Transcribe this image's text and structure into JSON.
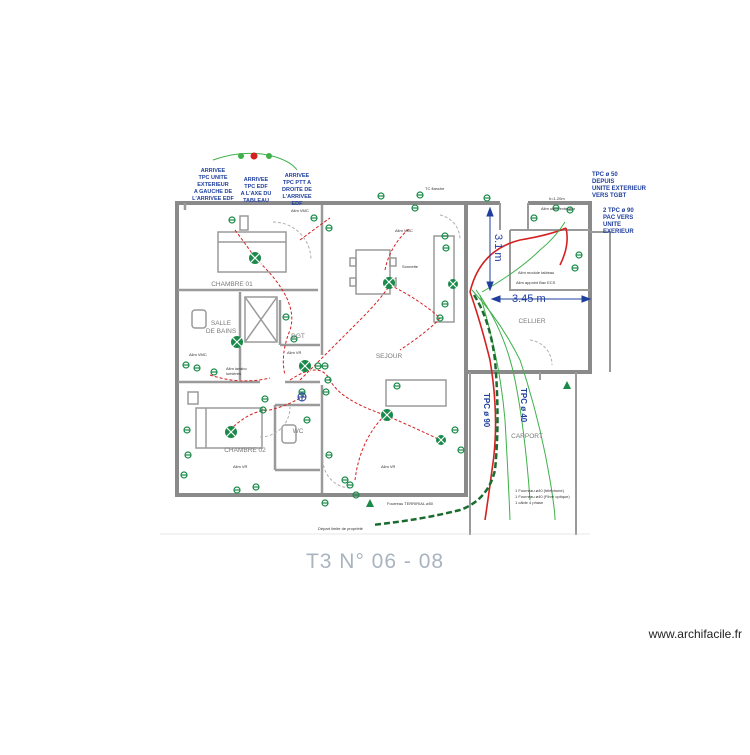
{
  "title": "T3 N° 06 - 08",
  "watermark": "www.archifacile.fr",
  "colors": {
    "wall": "#8a8a8a",
    "blue_text": "#1f3f9e",
    "green_symbol": "#1a8a4a",
    "red_wire": "#d42020",
    "green_wire": "#3fb04a",
    "dark_green_conduit": "#1a6b2e",
    "room_label": "#7a7a7a"
  },
  "annotations": {
    "arrivee_1": [
      "ARRIVEE",
      "TPC UNITE",
      "EXTERIEUR",
      "A GAUCHE DE",
      "L'ARRIVEE EDF"
    ],
    "arrivee_2": [
      "ARRIVEE",
      "TPC EDF",
      "A L'AXE DU",
      "TABLEAU"
    ],
    "arrivee_3": [
      "ARRIVEE",
      "TPC PTT A",
      "DROITE DE",
      "L'ARRIVEE",
      "EDF"
    ],
    "tpc50": [
      "TPC ø 50",
      "DEPUIS",
      "UNITE EXTERIEUR",
      "VERS TGBT"
    ],
    "tpc90": [
      "2 TPC ø 90",
      "PAC VERS",
      "UNITE",
      "EXERIEUR"
    ],
    "tpc_a90": "TPC ø 90",
    "tpc_b40": "TPC ø 40"
  },
  "dimensions": {
    "vertical": "3.1 m",
    "horizontal": "3.45 m"
  },
  "rooms": {
    "chambre1": "CHAMBRE 01",
    "salle_bains": [
      "SALLE",
      "DE BAINS"
    ],
    "dgt": "DGT",
    "sejour": "SEJOUR",
    "cellier": "CELLIER",
    "chambre2": "CHAMBRE 02",
    "wc": "WC",
    "carport": "CARPORT"
  },
  "small_labels": {
    "tc_flanche": "TC flanche",
    "alim_vmc_1": "Alim VMC",
    "alim_vmc_2": "Alim VMC",
    "alim_vmc_3": "Alim VMC",
    "alim_vr_1": "Alim VR",
    "alim_vr_2": "Alim VR",
    "alim_vr_3": "Alim VR",
    "alim_ext": "Alim unité extérieur",
    "h120": "h=1.20m",
    "alim_tableau": "Alim module tableau",
    "alim_ecs": "Alim appoint Bac ECS",
    "alim_lavabo": [
      "Alim lavabo",
      "lumières"
    ],
    "sonnette": "Sonnette",
    "fourreau_bottom": "Fourreau TERRIRIAL ø50",
    "depart": "Départ limite de propriété",
    "carport_notes": [
      "1 Fourreau ø40 (téléphone)",
      "1 Fourreau ø40 (Fibre optique)",
      "1 câble 4 phase"
    ]
  }
}
